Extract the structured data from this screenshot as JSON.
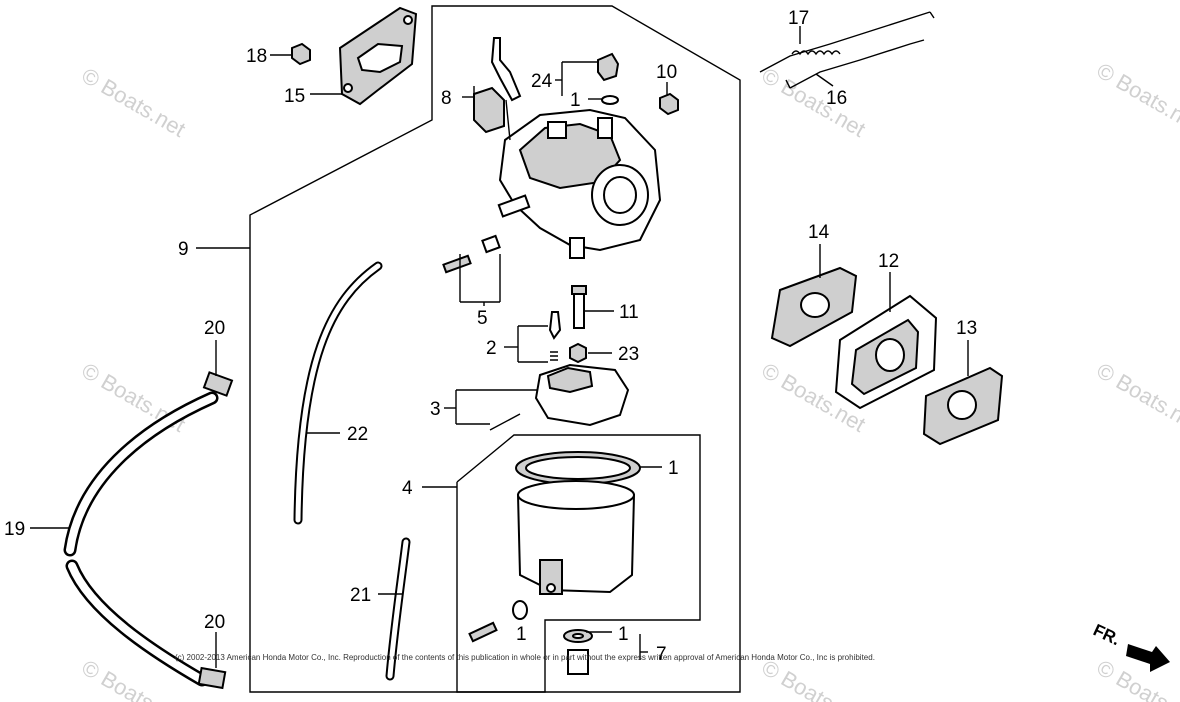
{
  "watermark": "© Boats.net",
  "copyright": "(c) 2002-2013 American Honda Motor Co., Inc. Reproduction of the contents of this publication in whole or in part without the express written approval of American Honda Motor Co., Inc is prohibited.",
  "direction_label": "FR.",
  "callouts": {
    "c1a": "1",
    "c1b": "1",
    "c1c": "1",
    "c1d": "1",
    "c2": "2",
    "c3": "3",
    "c4": "4",
    "c5": "5",
    "c7": "7",
    "c8": "8",
    "c9": "9",
    "c10": "10",
    "c11": "11",
    "c12": "12",
    "c13": "13",
    "c14": "14",
    "c15": "15",
    "c16": "16",
    "c17": "17",
    "c18": "18",
    "c19": "19",
    "c20a": "20",
    "c20b": "20",
    "c21": "21",
    "c22": "22",
    "c23": "23",
    "c24": "24"
  }
}
